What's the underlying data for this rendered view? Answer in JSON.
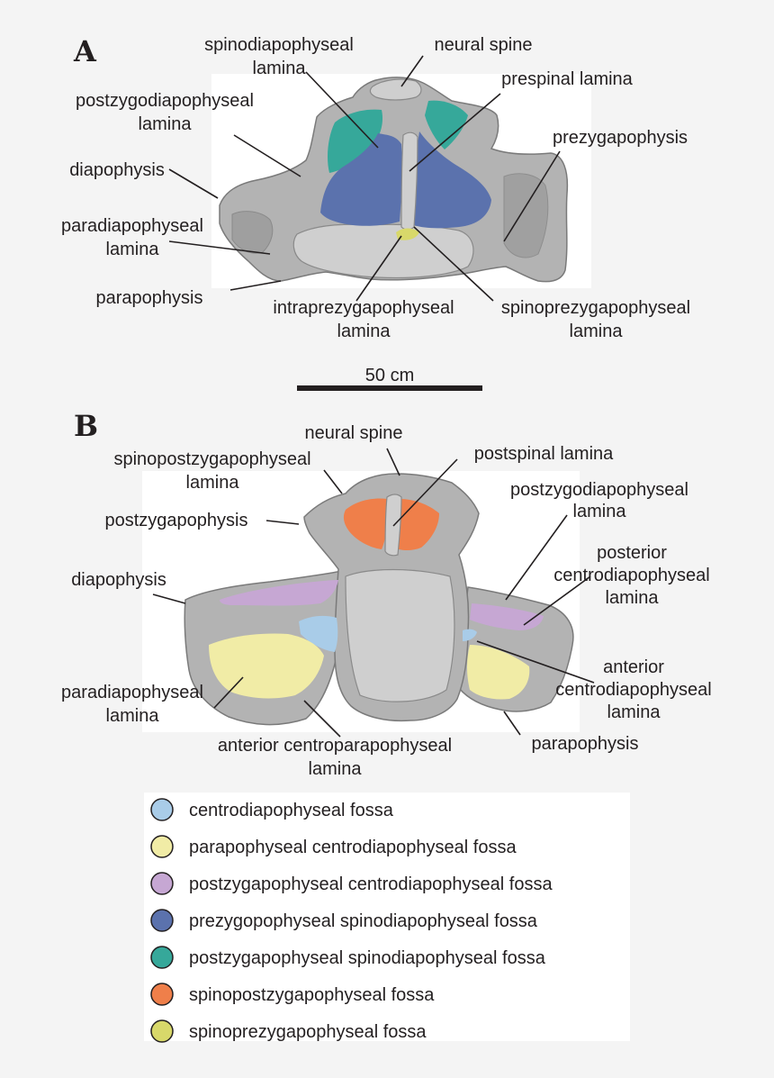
{
  "panel_a": {
    "letter": "A",
    "labels": {
      "spinodiapophyseal_1": "spinodiapophyseal",
      "spinodiapophyseal_2": "lamina",
      "neural_spine": "neural spine",
      "prespinal": "prespinal lamina",
      "postzygodiapophyseal_1": "postzygodiapophyseal",
      "postzygodiapophyseal_2": "lamina",
      "prezygapophysis": "prezygapophysis",
      "diapophysis": "diapophysis",
      "paradiapophyseal_1": "paradiapophyseal",
      "paradiapophyseal_2": "lamina",
      "parapophysis": "parapophysis",
      "intraprezygapophyseal_1": "intraprezygapophyseal",
      "intraprezygapophyseal_2": "lamina",
      "spinoprezygapophyseal_1": "spinoprezygapophyseal",
      "spinoprezygapophyseal_2": "lamina"
    }
  },
  "scale_bar": {
    "label": "50 cm"
  },
  "panel_b": {
    "letter": "B",
    "labels": {
      "neural_spine": "neural spine",
      "spinopostzygapophyseal_1": "spinopostzygapophyseal",
      "spinopostzygapophyseal_2": "lamina",
      "postspinal": "postspinal lamina",
      "postzygodiapophyseal_1": "postzygodiapophyseal",
      "postzygodiapophyseal_2": "lamina",
      "postzygapophysis": "postzygapophysis",
      "posterior_centrodiapophyseal_1": "posterior",
      "posterior_centrodiapophyseal_2": "centrodiapophyseal",
      "posterior_centrodiapophyseal_3": "lamina",
      "diapophysis": "diapophysis",
      "anterior_centrodiapophyseal_1": "anterior",
      "anterior_centrodiapophyseal_2": "centrodiapophyseal",
      "anterior_centrodiapophyseal_3": "lamina",
      "paradiapophyseal_1": "paradiapophyseal",
      "paradiapophyseal_2": "lamina",
      "anterior_centroparapophyseal_1": "anterior centroparapophyseal",
      "anterior_centroparapophyseal_2": "lamina",
      "parapophysis": "parapophysis"
    }
  },
  "colors": {
    "centrodiapophyseal": "#a9cce8",
    "parapophyseal_centrodiapophyseal": "#f1eca6",
    "postzygapophyseal_centrodiapophyseal": "#c6a7d3",
    "prezygopophyseal_spinodiapophyseal": "#5b72ad",
    "postzygapophyseal_spinodiapophyseal": "#36a89a",
    "spinopostzygapophyseal": "#ef7f4a",
    "spinoprezygapophyseal": "#d8d86a"
  },
  "legend": [
    {
      "label": "centrodiapophyseal fossa",
      "color": "#a9cce8"
    },
    {
      "label": "parapophyseal centrodiapophyseal fossa",
      "color": "#f1eca6"
    },
    {
      "label": "postzygapophyseal centrodiapophyseal fossa",
      "color": "#c6a7d3"
    },
    {
      "label": "prezygopophyseal spinodiapophyseal fossa",
      "color": "#5b72ad"
    },
    {
      "label": "postzygapophyseal spinodiapophyseal fossa",
      "color": "#36a89a"
    },
    {
      "label": "spinopostzygapophyseal fossa",
      "color": "#ef7f4a"
    },
    {
      "label": "spinoprezygapophyseal fossa",
      "color": "#d8d86a"
    }
  ]
}
